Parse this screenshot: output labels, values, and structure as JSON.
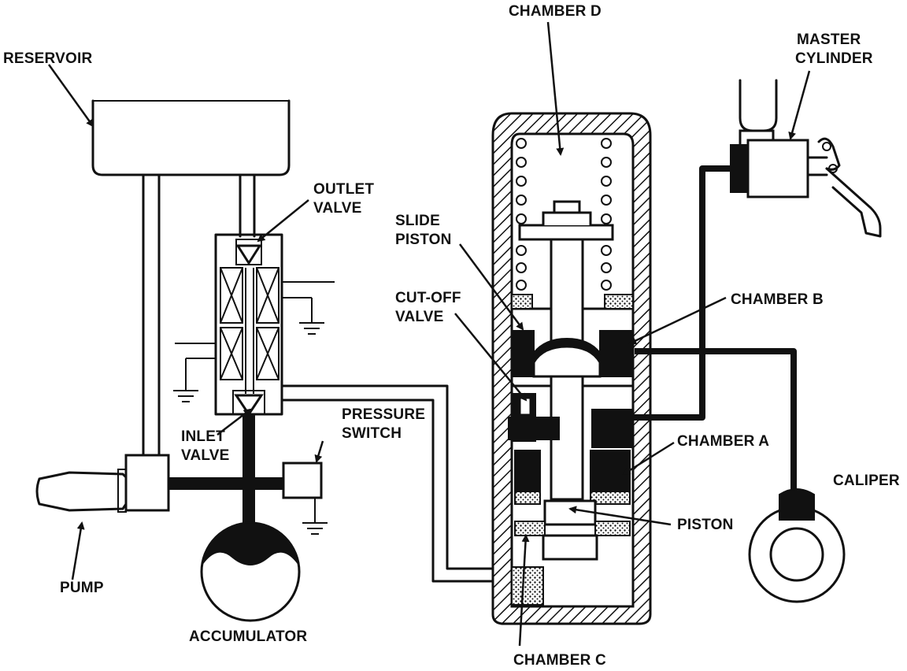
{
  "labels": {
    "reservoir": "RESERVOIR",
    "chamber_d": "CHAMBER D",
    "master_cylinder_1": "MASTER",
    "master_cylinder_2": "CYLINDER",
    "outlet_valve_1": "OUTLET",
    "outlet_valve_2": "VALVE",
    "slide_piston_1": "SLIDE",
    "slide_piston_2": "PISTON",
    "cut_off_valve_1": "CUT-OFF",
    "cut_off_valve_2": "VALVE",
    "chamber_b": "CHAMBER B",
    "pressure_switch_1": "PRESSURE",
    "pressure_switch_2": "SWITCH",
    "inlet_valve_1": "INLET",
    "inlet_valve_2": "VALVE",
    "chamber_a": "CHAMBER A",
    "caliper": "CALIPER",
    "piston": "PISTON",
    "pump": "PUMP",
    "accumulator": "ACCUMULATOR",
    "chamber_c": "CHAMBER C"
  },
  "colors": {
    "ink": "#111111",
    "paper": "#ffffff"
  }
}
